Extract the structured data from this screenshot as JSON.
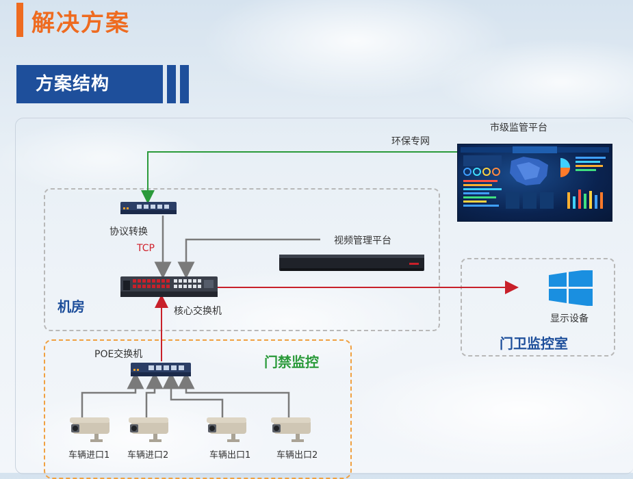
{
  "header": {
    "title": "解决方案",
    "section": "方案结构"
  },
  "zones": {
    "server_room": "机房",
    "gate_control": "门禁监控",
    "guard_room": "门卫监控室"
  },
  "devices": {
    "protocol_switch": "协议转换",
    "core_switch": "核心交换机",
    "poe_switch": "POE交换机",
    "video_platform": "视频管理平台",
    "city_platform": "市级监管平台",
    "display": "显示设备"
  },
  "links": {
    "env_network": "环保专网",
    "tcp": "TCP"
  },
  "cameras": [
    "车辆进口1",
    "车辆进口2",
    "车辆出口1",
    "车辆出口2"
  ],
  "colors": {
    "orange": "#ee6b20",
    "blue": "#1e4f9b",
    "green": "#2a9a3a",
    "red": "#c8202a",
    "gray_arrow": "#7a7a7a"
  },
  "icons": {
    "windows": "windows-logo-icon",
    "camera": "bullet-camera-icon",
    "switch": "network-switch-icon",
    "server": "nvr-server-icon",
    "dashboard": "monitoring-dashboard-screen"
  }
}
